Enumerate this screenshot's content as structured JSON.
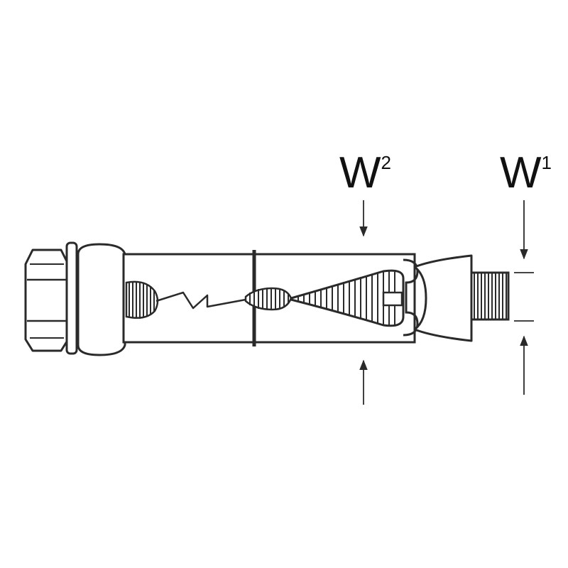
{
  "labels": {
    "w2_base": "W",
    "w2_sup": "2",
    "w1_base": "W",
    "w1_sup": "1"
  },
  "colors": {
    "stroke": "#2a2a2a",
    "fill": "#ffffff",
    "shade": "#d9d9d9"
  }
}
